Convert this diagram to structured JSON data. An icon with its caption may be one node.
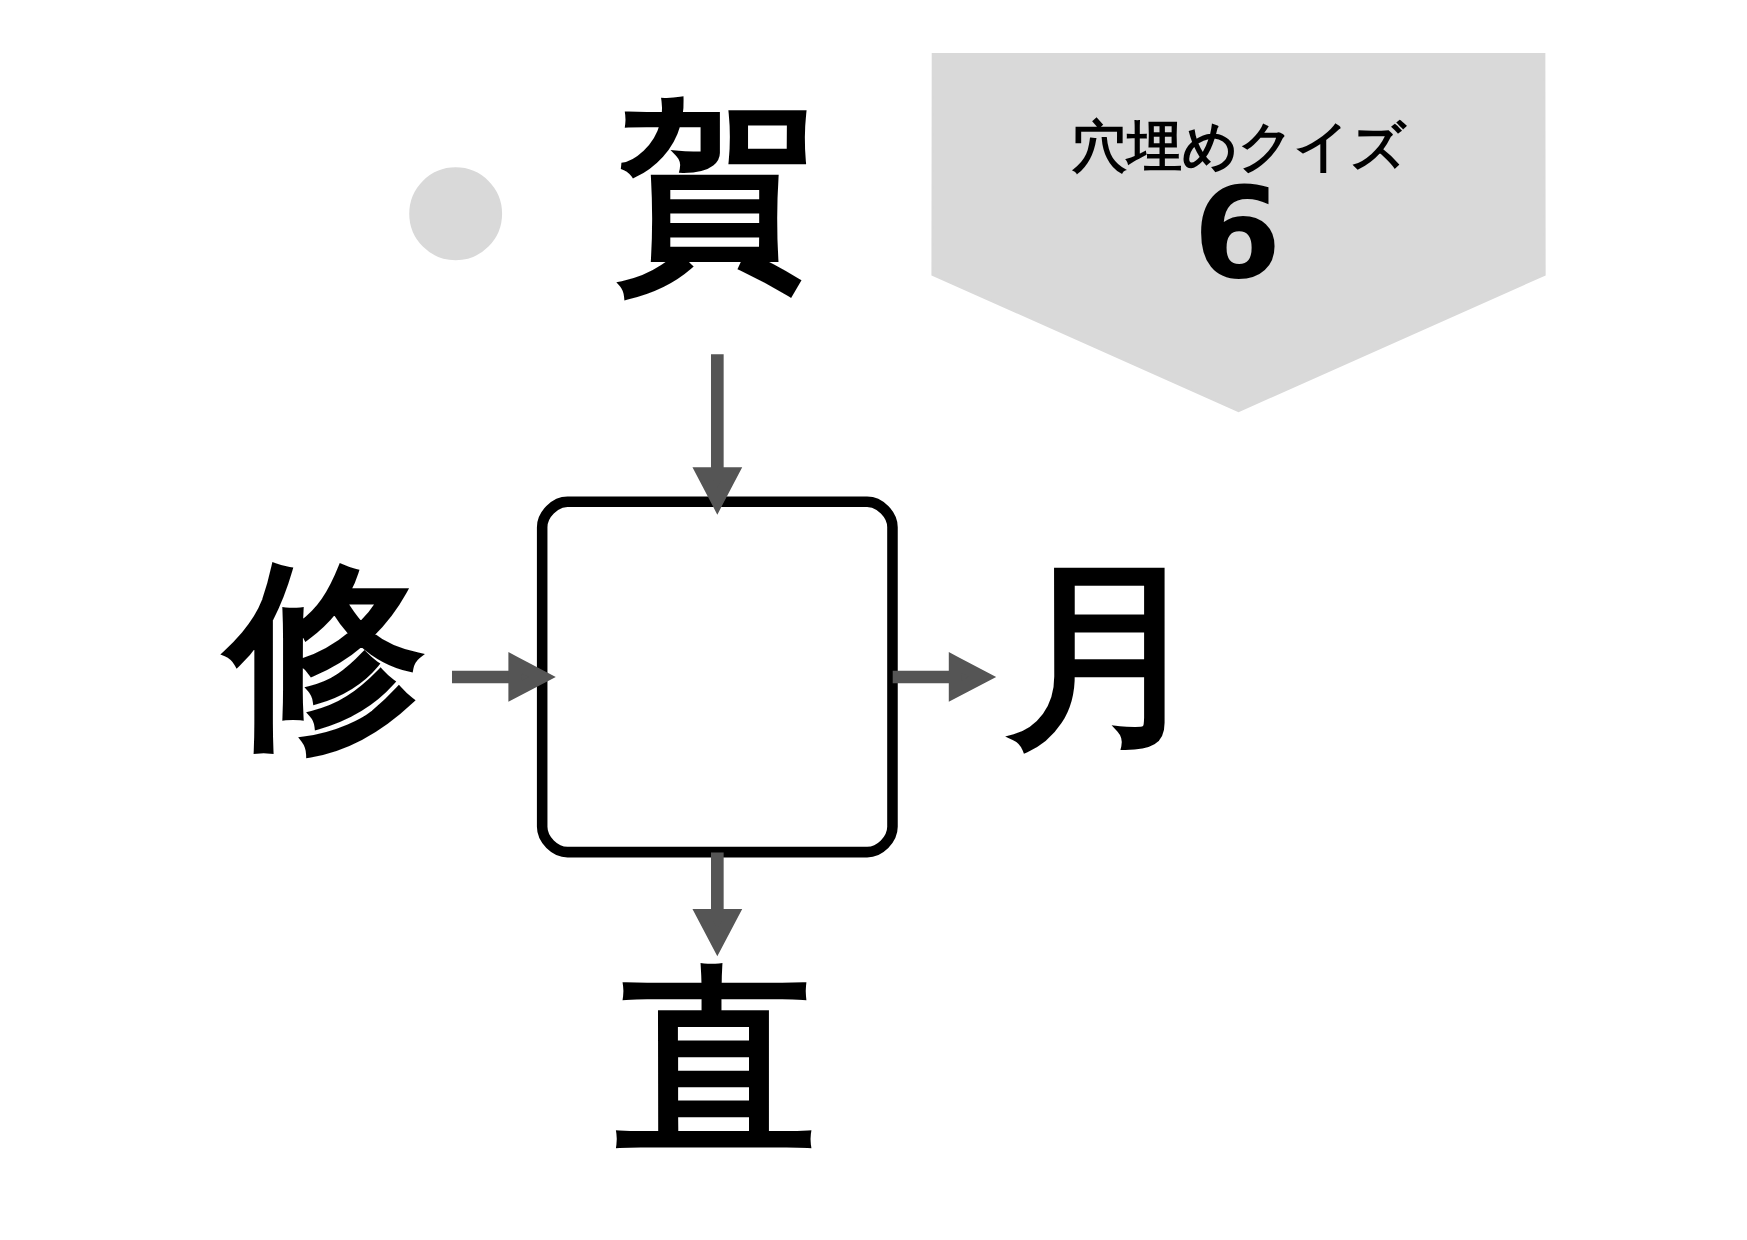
{
  "diagram": {
    "nodes": [
      {
        "text": [],
        "shape": "circle"
      },
      {
        "text": [
          "穴埋めクイズ",
          "6"
        ]
      },
      {
        "text": [
          "賀"
        ]
      },
      {
        "text": [
          "修"
        ]
      },
      {
        "text": [],
        "shape": "box"
      },
      {
        "text": [
          "月"
        ]
      },
      {
        "text": [
          "直"
        ]
      }
    ],
    "edges": [
      {
        "from": 2,
        "to": 4,
        "arrow": "to"
      },
      {
        "from": 3,
        "to": 4,
        "arrow": "to"
      },
      {
        "from": 4,
        "to": 5,
        "arrow": "to"
      },
      {
        "from": 4,
        "to": 6,
        "arrow": "to"
      }
    ]
  }
}
